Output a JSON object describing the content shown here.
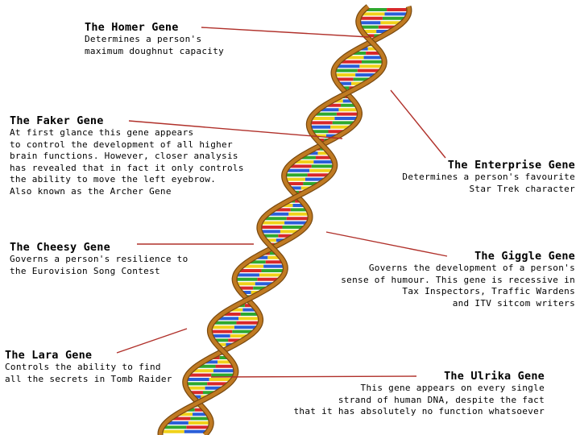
{
  "genes": {
    "homer": {
      "title": "The Homer Gene",
      "lines": [
        "Determines a person's",
        "maximum doughnut capacity"
      ]
    },
    "faker": {
      "title": "The Faker Gene",
      "lines": [
        "At first glance this gene appears",
        "to control the development of all higher",
        "brain functions. However, closer analysis",
        "has revealed that in fact it only controls",
        "the ability to move the left eyebrow.",
        "Also known as the Archer Gene"
      ]
    },
    "enterprise": {
      "title": "The Enterprise Gene",
      "lines": [
        "Determines a person's favourite",
        "Star Trek character"
      ]
    },
    "cheesy": {
      "title": "The Cheesy Gene",
      "lines": [
        "Governs a person's resilience to",
        "the Eurovision Song Contest"
      ]
    },
    "giggle": {
      "title": "The Giggle Gene",
      "lines": [
        "Governs the development of a person's",
        "sense of humour. This gene is recessive in",
        "Tax Inspectors, Traffic Wardens",
        "and ITV sitcom writers"
      ]
    },
    "lara": {
      "title": "The Lara Gene",
      "lines": [
        "Controls the ability to find",
        "all the secrets in Tomb Raider"
      ]
    },
    "ulrika": {
      "title": "The Ulrika Gene",
      "lines": [
        "This gene appears on every single",
        "strand of human DNA, despite the fact",
        "that it has absolutely no function whatsoever"
      ]
    }
  },
  "colors": {
    "backbone": "#c07a22",
    "backbone_edge": "#7a4a10",
    "base_pairs": [
      "#d8282a",
      "#2a5ed8",
      "#2ea82e",
      "#f0d21a"
    ],
    "leader_line": "#b0302a"
  }
}
